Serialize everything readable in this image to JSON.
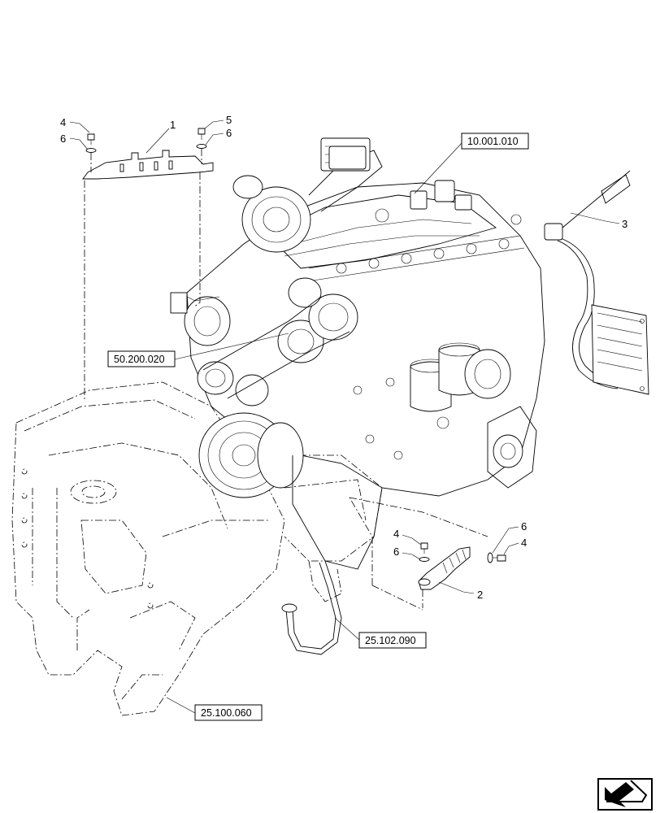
{
  "callouts": {
    "c1": "1",
    "c2": "2",
    "c3": "3",
    "c4a": "4",
    "c4b": "4",
    "c4c": "4",
    "c5": "5",
    "c6a": "6",
    "c6b": "6",
    "c6c": "6",
    "c6d": "6"
  },
  "references": {
    "r_10_001_010": "10.001.010",
    "r_50_200_020": "50.200.020",
    "r_25_102_090": "25.102.090",
    "r_25_100_060": "25.100.060"
  },
  "icons": {
    "navigation": "next-page-arrow-icon"
  }
}
